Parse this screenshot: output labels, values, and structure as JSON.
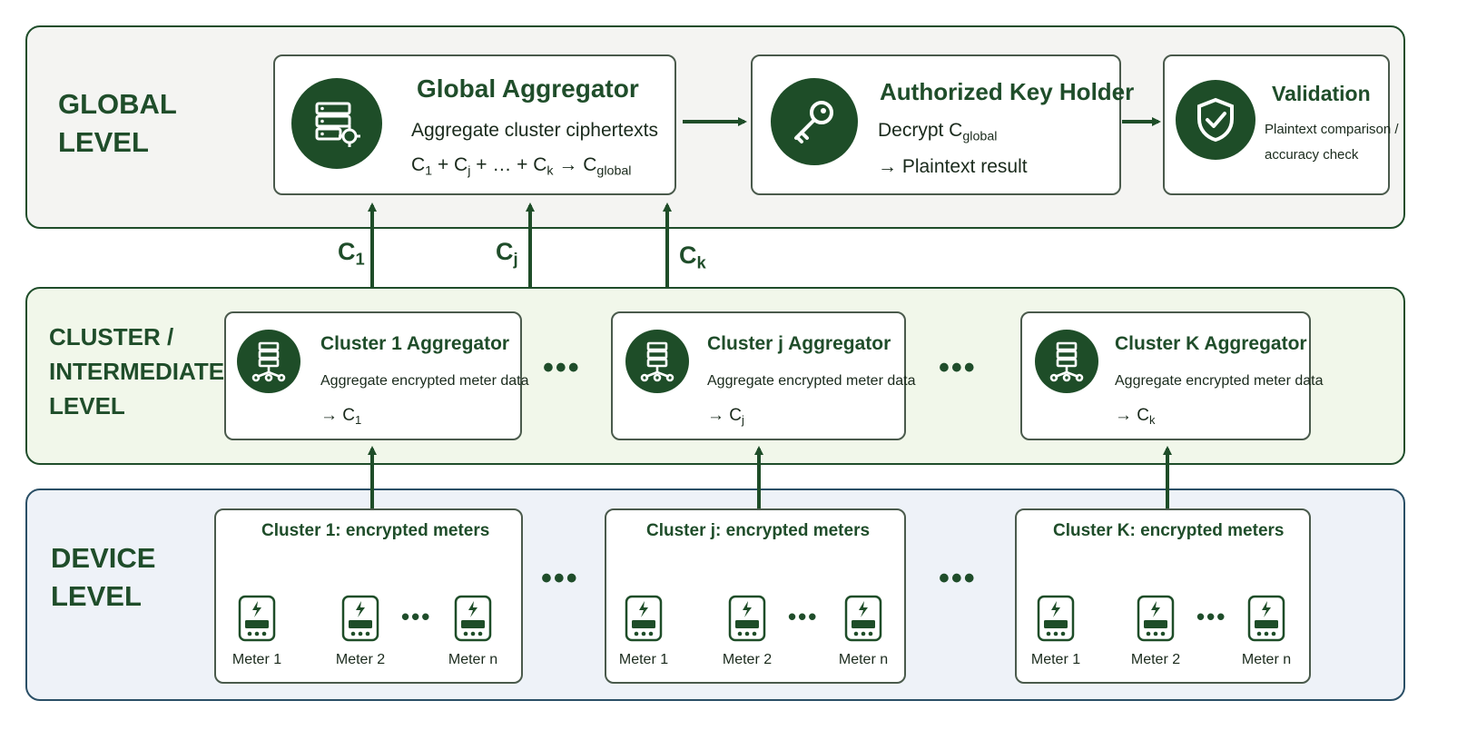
{
  "levels": {
    "global": [
      "GLOBAL",
      "LEVEL"
    ],
    "cluster": [
      "CLUSTER /",
      "INTERMEDIATE",
      "LEVEL"
    ],
    "device": [
      "DEVICE",
      "LEVEL"
    ]
  },
  "global_aggregator": {
    "title": "Global Aggregator",
    "line1": "Aggregate cluster ciphertexts",
    "formula": {
      "c": "C",
      "s1": "1",
      "plus1": " + C",
      "sj": "j",
      "mid": " + … + C",
      "sk": "k",
      "arrow": " → C",
      "sg": "global"
    }
  },
  "key_holder": {
    "title": "Authorized Key Holder",
    "line1_prefix": "Decrypt C",
    "line1_sub": "global",
    "line2": "→ Plaintext result"
  },
  "validation": {
    "title": "Validation",
    "line1": "Plaintext comparison /",
    "line2": "accuracy check"
  },
  "up_labels": [
    {
      "c": "C",
      "sub": "1"
    },
    {
      "c": "C",
      "sub": "j"
    },
    {
      "c": "C",
      "sub": "k"
    }
  ],
  "cluster_aggregators": [
    {
      "title": "Cluster 1 Aggregator",
      "line1": "Aggregate encrypted meter data",
      "arrow": "→ C",
      "sub": "1"
    },
    {
      "title": "Cluster j Aggregator",
      "line1": "Aggregate encrypted meter data",
      "arrow": "→ C",
      "sub": "j"
    },
    {
      "title": "Cluster K Aggregator",
      "line1": "Aggregate encrypted meter data",
      "arrow": "→ C",
      "sub": "k"
    }
  ],
  "ellipsis": "•••",
  "device_clusters": [
    {
      "title": "Cluster 1: encrypted meters",
      "meters": [
        "Meter 1",
        "Meter 2",
        "Meter n"
      ]
    },
    {
      "title": "Cluster j: encrypted meters",
      "meters": [
        "Meter 1",
        "Meter 2",
        "Meter n"
      ]
    },
    {
      "title": "Cluster K: encrypted meters",
      "meters": [
        "Meter 1",
        "Meter 2",
        "Meter n"
      ]
    }
  ],
  "colors": {
    "accent": "#1e4d28",
    "global_bg": "#f4f4f2",
    "cluster_bg": "#f1f7ea",
    "device_bg": "#eef2f8"
  },
  "icons": [
    "server-gear-icon",
    "key-icon",
    "shield-check-icon",
    "server-network-icon",
    "meter-bolt-icon"
  ]
}
